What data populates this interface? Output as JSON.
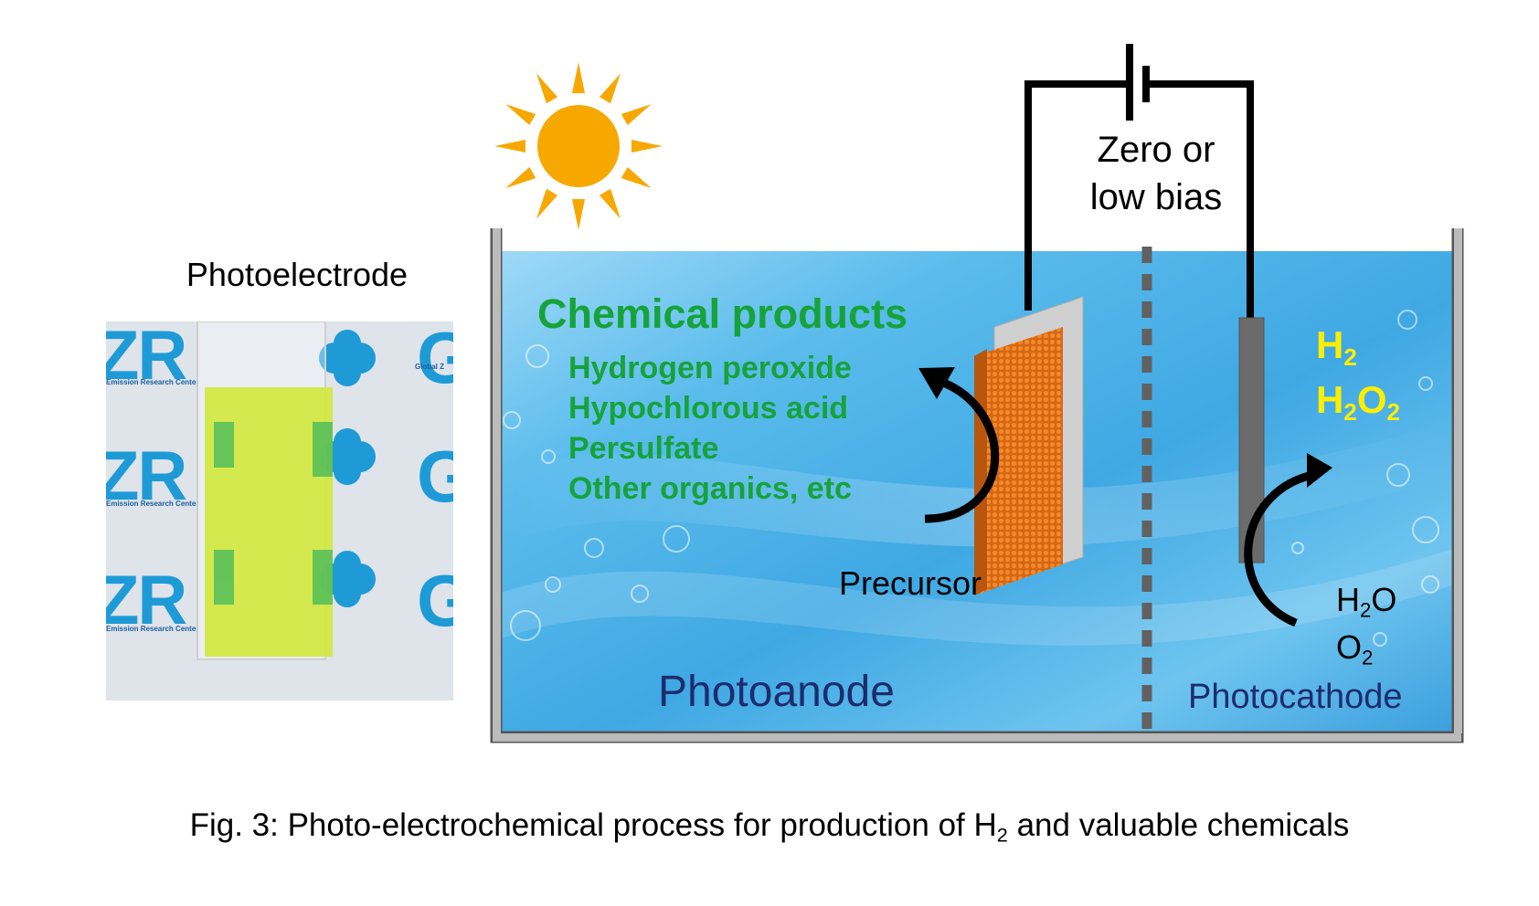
{
  "photo": {
    "title": "Photoelectrode",
    "logo_text": "ZR",
    "logo_g": "G",
    "logo_caption": "Emission Research Center",
    "logo_caption_right": "Global Z"
  },
  "bias": {
    "line1": "Zero or",
    "line2": "low bias"
  },
  "chemical_products": {
    "title": "Chemical products",
    "items": [
      "Hydrogen peroxide",
      "Hypochlorous acid",
      "Persulfate",
      "Other organics, etc"
    ]
  },
  "precursor": "Precursor",
  "photoanode": "Photoanode",
  "photocathode": "Photocathode",
  "cathode_products": {
    "h": "H",
    "sub2": "2",
    "o": "O"
  },
  "cathode_reactants": {
    "h": "H",
    "sub2": "2",
    "o": "O"
  },
  "caption": {
    "main": "Fig. 3: Photo-electrochemical process for production of H",
    "sub": "2",
    "tail": " and valuable chemicals"
  },
  "colors": {
    "sun": "#f7a800",
    "water": "#4fb6e8",
    "electrode_orange": "#e8761c",
    "chem_green": "#16a33a",
    "product_yellow": "#ffee00",
    "label_navy": "#1d2c6e"
  },
  "icons": [
    "sun-icon",
    "battery-icon",
    "curved-arrow-icon",
    "membrane-divider"
  ]
}
